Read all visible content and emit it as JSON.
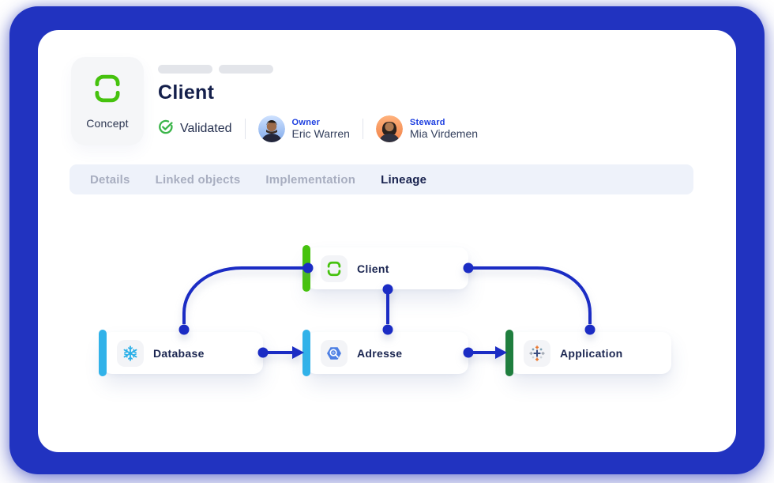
{
  "window": {
    "frame_color": "#2133c0",
    "card_color": "#ffffff"
  },
  "header": {
    "badge": {
      "label": "Concept",
      "icon": "concept-bracket-icon",
      "icon_color": "#46c20e"
    },
    "title": "Client",
    "status": {
      "label": "Validated",
      "icon": "check-circle-icon",
      "color": "#3bb54a"
    },
    "people": [
      {
        "role": "Owner",
        "name": "Eric Warren",
        "avatar": "eric-warren-avatar"
      },
      {
        "role": "Steward",
        "name": "Mia Virdemen",
        "avatar": "mia-virdemen-avatar"
      }
    ],
    "role_label_color": "#1d3fe0"
  },
  "tabs": [
    {
      "label": "Details",
      "active": false
    },
    {
      "label": "Linked objects",
      "active": false
    },
    {
      "label": "Implementation",
      "active": false
    },
    {
      "label": "Lineage",
      "active": true
    }
  ],
  "lineage": {
    "line_color": "#1b2cc4",
    "nodes": [
      {
        "id": "client",
        "label": "Client",
        "icon": "concept-bracket-icon",
        "accent_color": "#46c20e"
      },
      {
        "id": "database",
        "label": "Database",
        "icon": "snowflake-icon",
        "accent_color": "#31b2e9"
      },
      {
        "id": "adresse",
        "label": "Adresse",
        "icon": "bigquery-icon",
        "accent_color": "#31b2e9"
      },
      {
        "id": "application",
        "label": "Application",
        "icon": "tableau-icon",
        "accent_color": "#1f7e3e"
      }
    ],
    "edges": [
      {
        "from": "client",
        "to": "database",
        "arrow": false
      },
      {
        "from": "client",
        "to": "adresse",
        "arrow": false
      },
      {
        "from": "client",
        "to": "application",
        "arrow": false
      },
      {
        "from": "database",
        "to": "adresse",
        "arrow": true
      },
      {
        "from": "adresse",
        "to": "application",
        "arrow": true
      }
    ]
  }
}
